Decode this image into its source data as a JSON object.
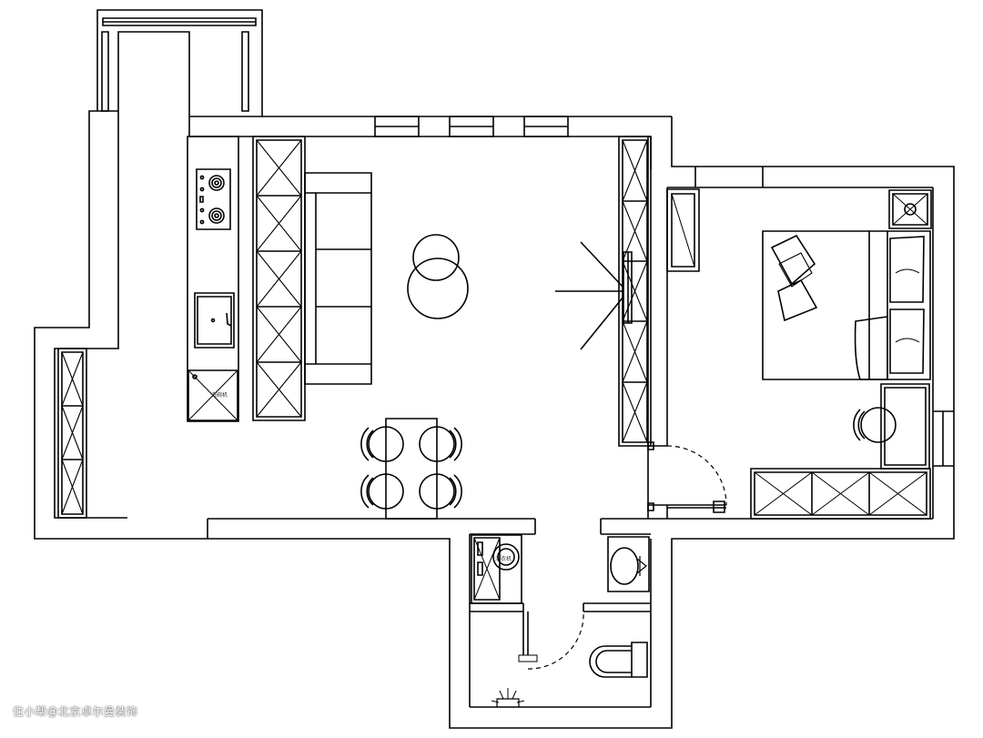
{
  "plan": {
    "labels": {
      "kitchen_appliance": "洗碗机",
      "laundry_appliance": "洗衣机"
    },
    "watermark": "住小帮@北京卓尔曼装饰"
  }
}
